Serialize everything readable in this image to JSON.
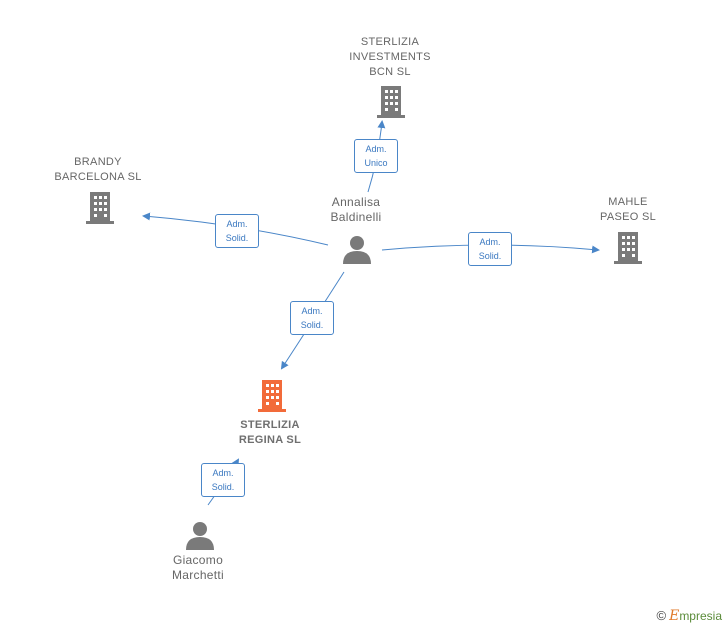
{
  "nodes": {
    "sterlizia_investments": {
      "line1": "STERLIZIA",
      "line2": "INVESTMENTS",
      "line3": "BCN  SL"
    },
    "brandy": {
      "line1": "BRANDY",
      "line2": "BARCELONA SL"
    },
    "mahle": {
      "line1": "MAHLE",
      "line2": "PASEO  SL"
    },
    "annalisa": {
      "line1": "Annalisa",
      "line2": "Baldinelli"
    },
    "sterlizia_regina": {
      "line1": "STERLIZIA",
      "line2": "REGINA  SL"
    },
    "giacomo": {
      "line1": "Giacomo",
      "line2": "Marchetti"
    }
  },
  "edges": {
    "to_investments": {
      "line1": "Adm.",
      "line2": "Unico"
    },
    "to_brandy": {
      "line1": "Adm.",
      "line2": "Solid."
    },
    "to_mahle": {
      "line1": "Adm.",
      "line2": "Solid."
    },
    "to_regina": {
      "line1": "Adm.",
      "line2": "Solid."
    },
    "giacomo_to_regina": {
      "line1": "Adm.",
      "line2": "Solid."
    }
  },
  "colors": {
    "company": "#7a7a7a",
    "focus_company": "#f26b3a",
    "person": "#7a7a7a",
    "edge": "#4a86c8"
  },
  "footer": {
    "copyright_symbol": "©",
    "brand_initial": "E",
    "brand_rest": "mpresia"
  }
}
